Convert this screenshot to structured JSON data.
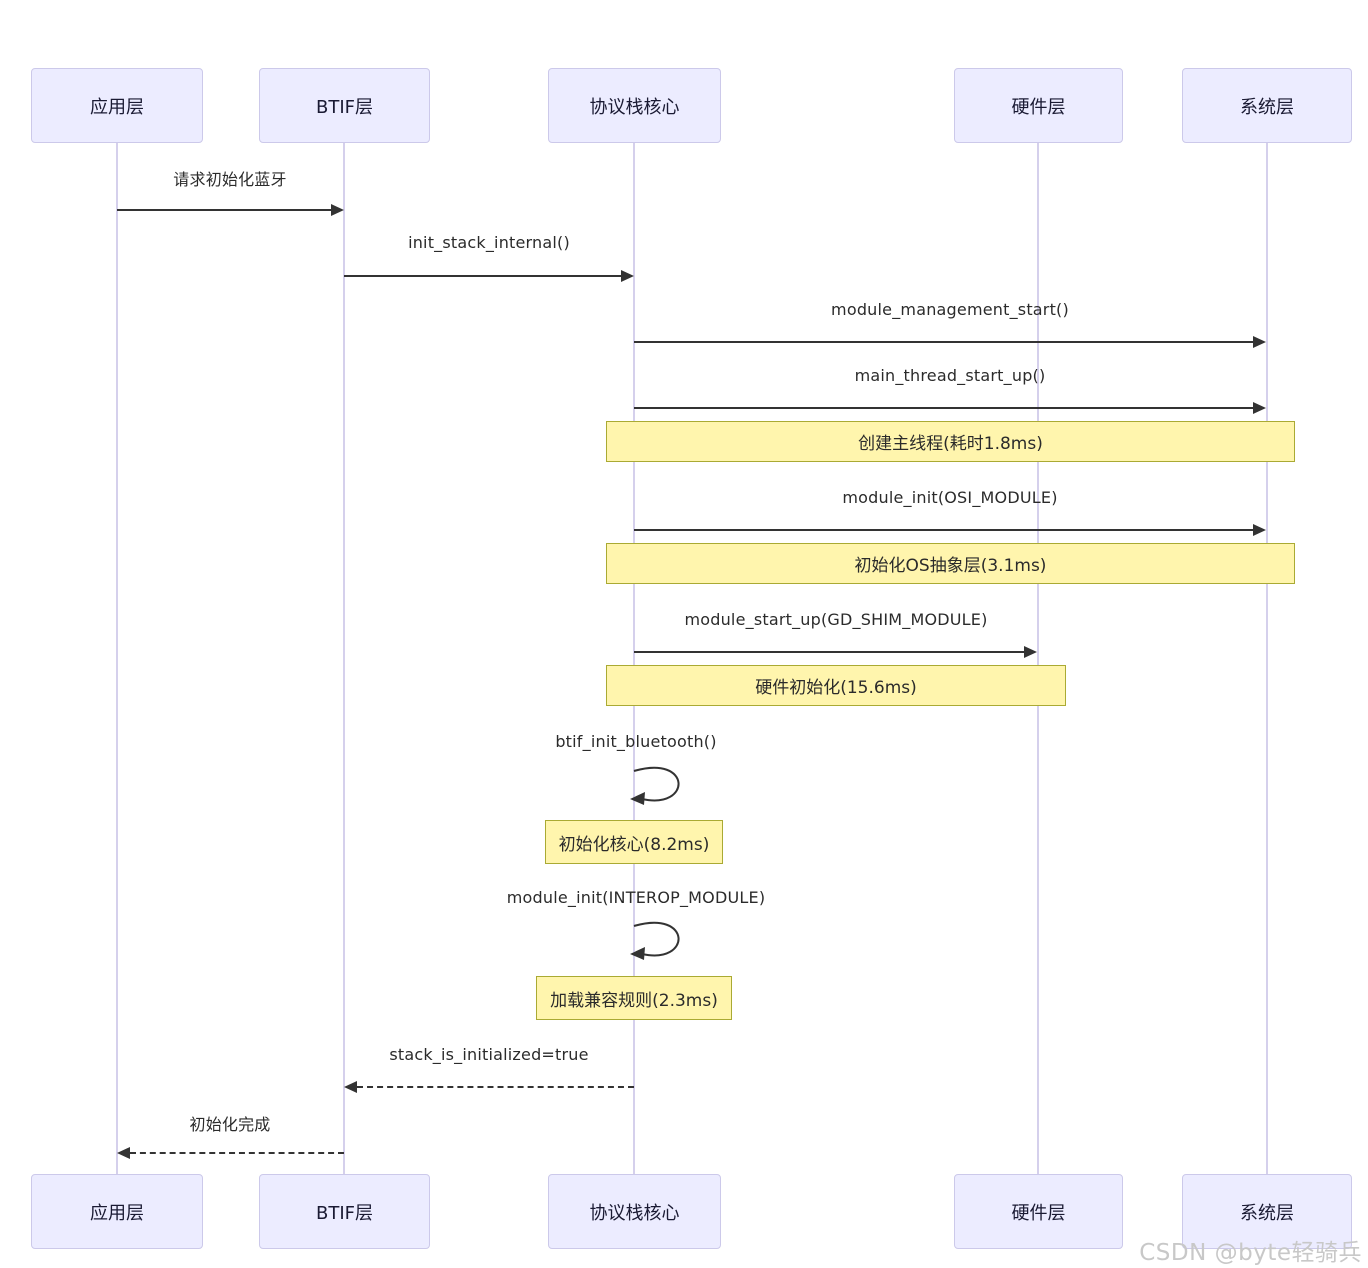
{
  "diagram": {
    "type": "sequence-diagram",
    "topic": "Bluetooth stack initialization",
    "colors": {
      "actor_fill": "#ECECFF",
      "actor_border": "#CCC9EA",
      "lifeline": "#D5D0EC",
      "note_fill": "#FFF5AD",
      "note_border": "#AAAA33",
      "arrow": "#333333",
      "text": "#2B2B2B",
      "watermark_text_color": "#C8C8C8"
    },
    "actors": [
      {
        "label": "应用层"
      },
      {
        "label": "BTIF层"
      },
      {
        "label": "协议栈核心"
      },
      {
        "label": "硬件层"
      },
      {
        "label": "系统层"
      }
    ],
    "messages": [
      {
        "label": "请求初始化蓝牙",
        "from": "应用层",
        "to": "BTIF层",
        "style": "solid"
      },
      {
        "label": "init_stack_internal()",
        "from": "BTIF层",
        "to": "协议栈核心",
        "style": "solid"
      },
      {
        "label": "module_management_start()",
        "from": "协议栈核心",
        "to": "系统层",
        "style": "solid"
      },
      {
        "label": "main_thread_start_up()",
        "from": "协议栈核心",
        "to": "系统层",
        "style": "solid"
      },
      {
        "label": "module_init(OSI_MODULE)",
        "from": "协议栈核心",
        "to": "系统层",
        "style": "solid"
      },
      {
        "label": "module_start_up(GD_SHIM_MODULE)",
        "from": "协议栈核心",
        "to": "硬件层",
        "style": "solid"
      },
      {
        "label": "btif_init_bluetooth()",
        "from": "协议栈核心",
        "to": "协议栈核心",
        "style": "self"
      },
      {
        "label": "module_init(INTEROP_MODULE)",
        "from": "协议栈核心",
        "to": "协议栈核心",
        "style": "self"
      },
      {
        "label": "stack_is_initialized=true",
        "from": "协议栈核心",
        "to": "BTIF层",
        "style": "dashed"
      },
      {
        "label": "初始化完成",
        "from": "BTIF层",
        "to": "应用层",
        "style": "dashed"
      }
    ],
    "notes": [
      {
        "label": "创建主线程(耗时1.8ms)",
        "over": "协议栈核心,系统层"
      },
      {
        "label": "初始化OS抽象层(3.1ms)",
        "over": "协议栈核心,系统层"
      },
      {
        "label": "硬件初始化(15.6ms)",
        "over": "协议栈核心,硬件层"
      },
      {
        "label": "初始化核心(8.2ms)",
        "over": "协议栈核心"
      },
      {
        "label": "加载兼容规则(2.3ms)",
        "over": "协议栈核心"
      }
    ],
    "watermark": "CSDN @byte轻骑兵"
  }
}
